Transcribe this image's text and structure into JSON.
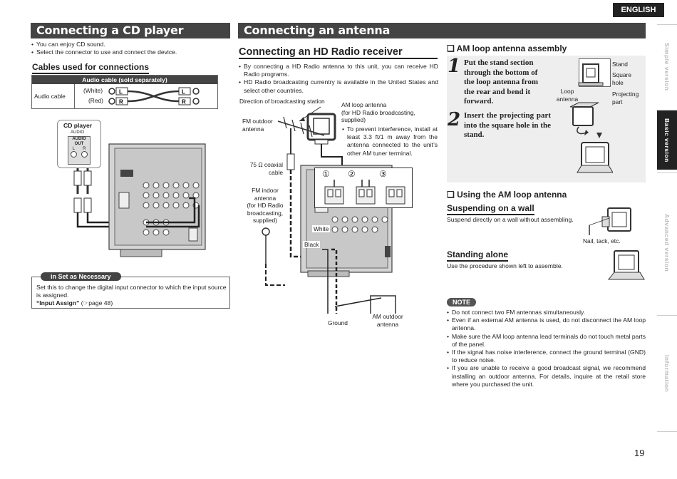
{
  "lang_tab": "ENGLISH",
  "side_tabs": [
    "Simple version",
    "Basic version",
    "Advanced version",
    "Information"
  ],
  "page_number": "19",
  "cd": {
    "title": "Connecting a CD player",
    "bullets": [
      "You can enjoy CD sound.",
      "Select the connector to use and connect the device."
    ],
    "cables_heading": "Cables used for connections",
    "cable_table_header": "Audio cable (sold separately)",
    "cable_name": "Audio cable",
    "white_label": "(White)",
    "red_label": "(Red)",
    "plug_l": "L",
    "plug_r": "R",
    "cd_player_label": "CD player",
    "cd_audio_label": "AUDIO",
    "cd_audio_out": "AUDIO\nOUT",
    "cd_l": "L",
    "cd_r": "R",
    "set_badge": "in Set as Necessary",
    "set_text": "Set this to change the digital input connector to which the input source is assigned.",
    "set_link_bold": "“Input Assign”",
    "set_link_page": "(☞page 48)"
  },
  "antenna": {
    "title": "Connecting an antenna",
    "hd_heading": "Connecting an HD Radio receiver",
    "hd_bullets": [
      "By connecting a HD Radio antenna to this unit, you can receive HD Radio programs.",
      "HD Radio broadcasting currentry is available in the United States and select other countries."
    ],
    "direction_label": "Direction of broadcasting station",
    "fm_outdoor": "FM outdoor\nantenna",
    "am_loop_label": "AM loop antenna\n(for HD Radio broadcasting,\nsupplied)",
    "am_loop_bullet": "To prevent interference, install at least 3.3 ft/1 m away from the antenna connected to the unit’s other AM tuner terminal.",
    "coax_label": "75 Ω coaxial\ncable",
    "fm_indoor": "FM indoor\nantenna\n(for HD Radio\nbroadcasting,\nsupplied)",
    "circle_1": "①",
    "circle_2": "②",
    "circle_3": "③",
    "white": "White",
    "black": "Black",
    "ground": "Ground",
    "am_outdoor": "AM outdoor\nantenna"
  },
  "am_loop": {
    "assembly_heading": "❑ AM loop antenna assembly",
    "step1_num": "1",
    "step1_text": "Put the stand section through the bottom of the loop antenna from the rear and bend it forward.",
    "step2_num": "2",
    "step2_text": "Insert the projecting part into the square hole in the stand.",
    "stand": "Stand",
    "square_hole": "Square\nhole",
    "loop_antenna": "Loop\nantenna",
    "projecting_part": "Projecting\npart",
    "using_heading": "❑ Using the AM loop antenna",
    "suspend_heading": "Suspending on a wall",
    "suspend_text": "Suspend directly on a wall without assembling.",
    "nail_label": "Nail, tack, etc.",
    "standing_heading": "Standing alone",
    "standing_text": "Use the procedure shown left to assemble."
  },
  "note": {
    "badge": "NOTE",
    "items": [
      "Do not connect two FM antennas simultaneously.",
      "Even if an external AM antenna is used, do not disconnect the AM loop antenna.",
      "Make sure the AM loop antenna lead terminals do not touch metal parts of the panel.",
      "If the signal has noise interference, connect the ground terminal (GND) to reduce noise.",
      "If you are unable to receive a good broadcast signal, we recommend installing an outdoor antenna. For details, inquire at the retail store where you purchased the unit."
    ]
  }
}
